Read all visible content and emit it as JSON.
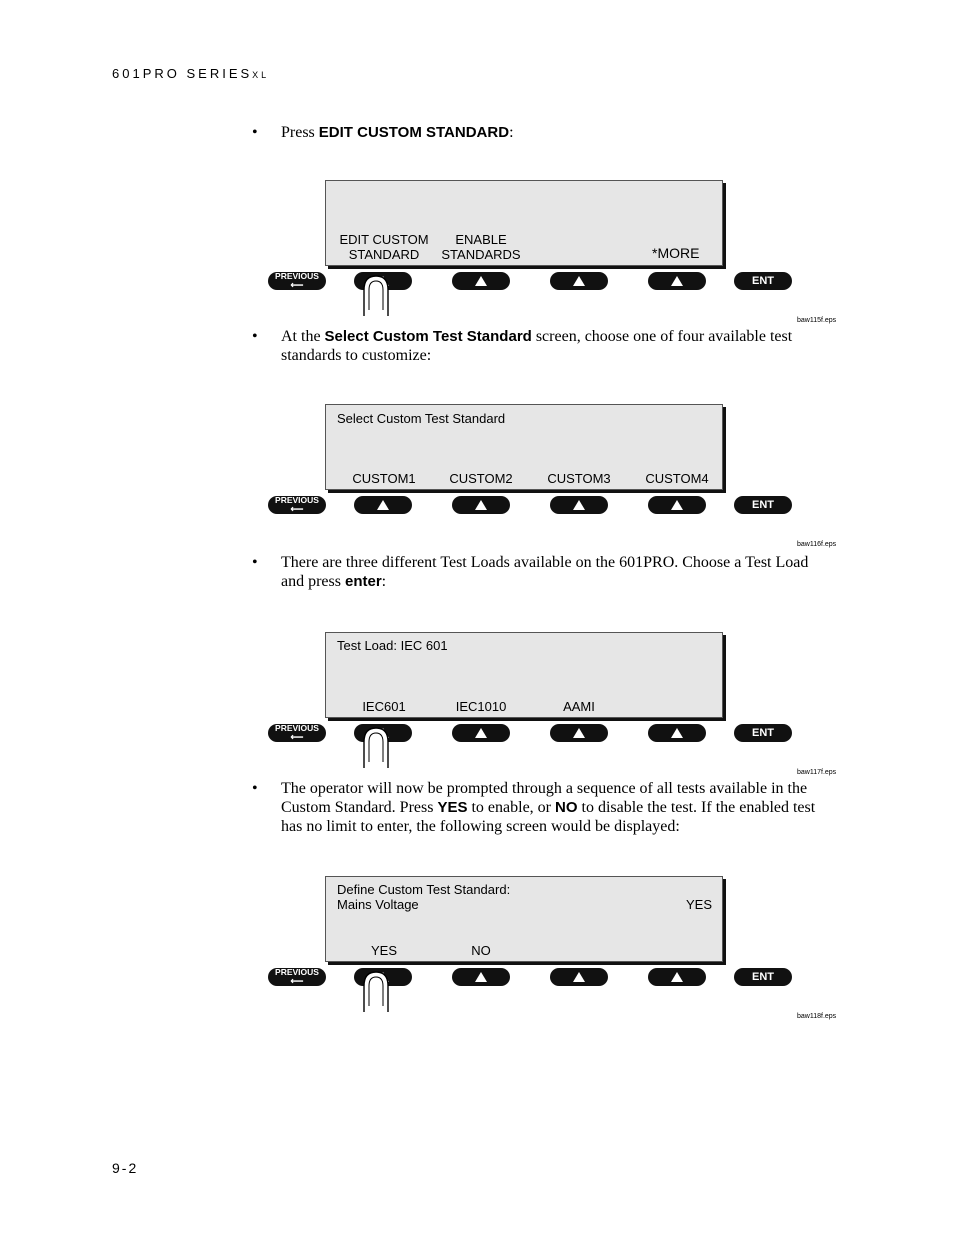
{
  "header": {
    "title": "601PRO SERIES",
    "subtitle": "XL"
  },
  "footer": {
    "page_number": "9-2"
  },
  "steps": [
    {
      "pre": "Press ",
      "bold": "EDIT CUSTOM STANDARD",
      "post": ":"
    },
    {
      "pre": "At the ",
      "bold": "Select Custom Test Standard",
      "post": " screen, choose one of four available test standards to customize:"
    },
    {
      "pre": "There are three different Test Loads available on the 601PRO. Choose a Test Load and press ",
      "bold": "enter",
      "post": ":"
    },
    {
      "pre": "The operator will now be prompted through a sequence of all tests available in the Custom Standard. Press ",
      "bold": "YES",
      "mid": " to enable, or ",
      "bold2": "NO",
      "post": " to disable the test. If the enabled test has no limit to enter, the following screen would be displayed:"
    }
  ],
  "figures": [
    {
      "label": "baw115f.eps",
      "screen": {
        "soft1_line1": "EDIT CUSTOM",
        "soft1_line2": "STANDARD",
        "soft2_line1": "ENABLE",
        "soft2_line2": "STANDARDS",
        "soft4": "*MORE"
      }
    },
    {
      "label": "baw116f.eps",
      "screen": {
        "title": "Select Custom Test Standard",
        "soft1": "CUSTOM1",
        "soft2": "CUSTOM2",
        "soft3": "CUSTOM3",
        "soft4": "CUSTOM4"
      }
    },
    {
      "label": "baw117f.eps",
      "screen": {
        "title": "Test Load:  IEC 601",
        "soft1": "IEC601",
        "soft2": "IEC1010",
        "soft3": "AAMI"
      }
    },
    {
      "label": "baw118f.eps",
      "screen": {
        "title": "Define Custom Test Standard:",
        "subtitle": "Mains Voltage",
        "value": "YES",
        "soft1": "YES",
        "soft2": "NO"
      }
    }
  ],
  "keys": {
    "previous": "PREVIOUS",
    "enter": "ENT"
  }
}
